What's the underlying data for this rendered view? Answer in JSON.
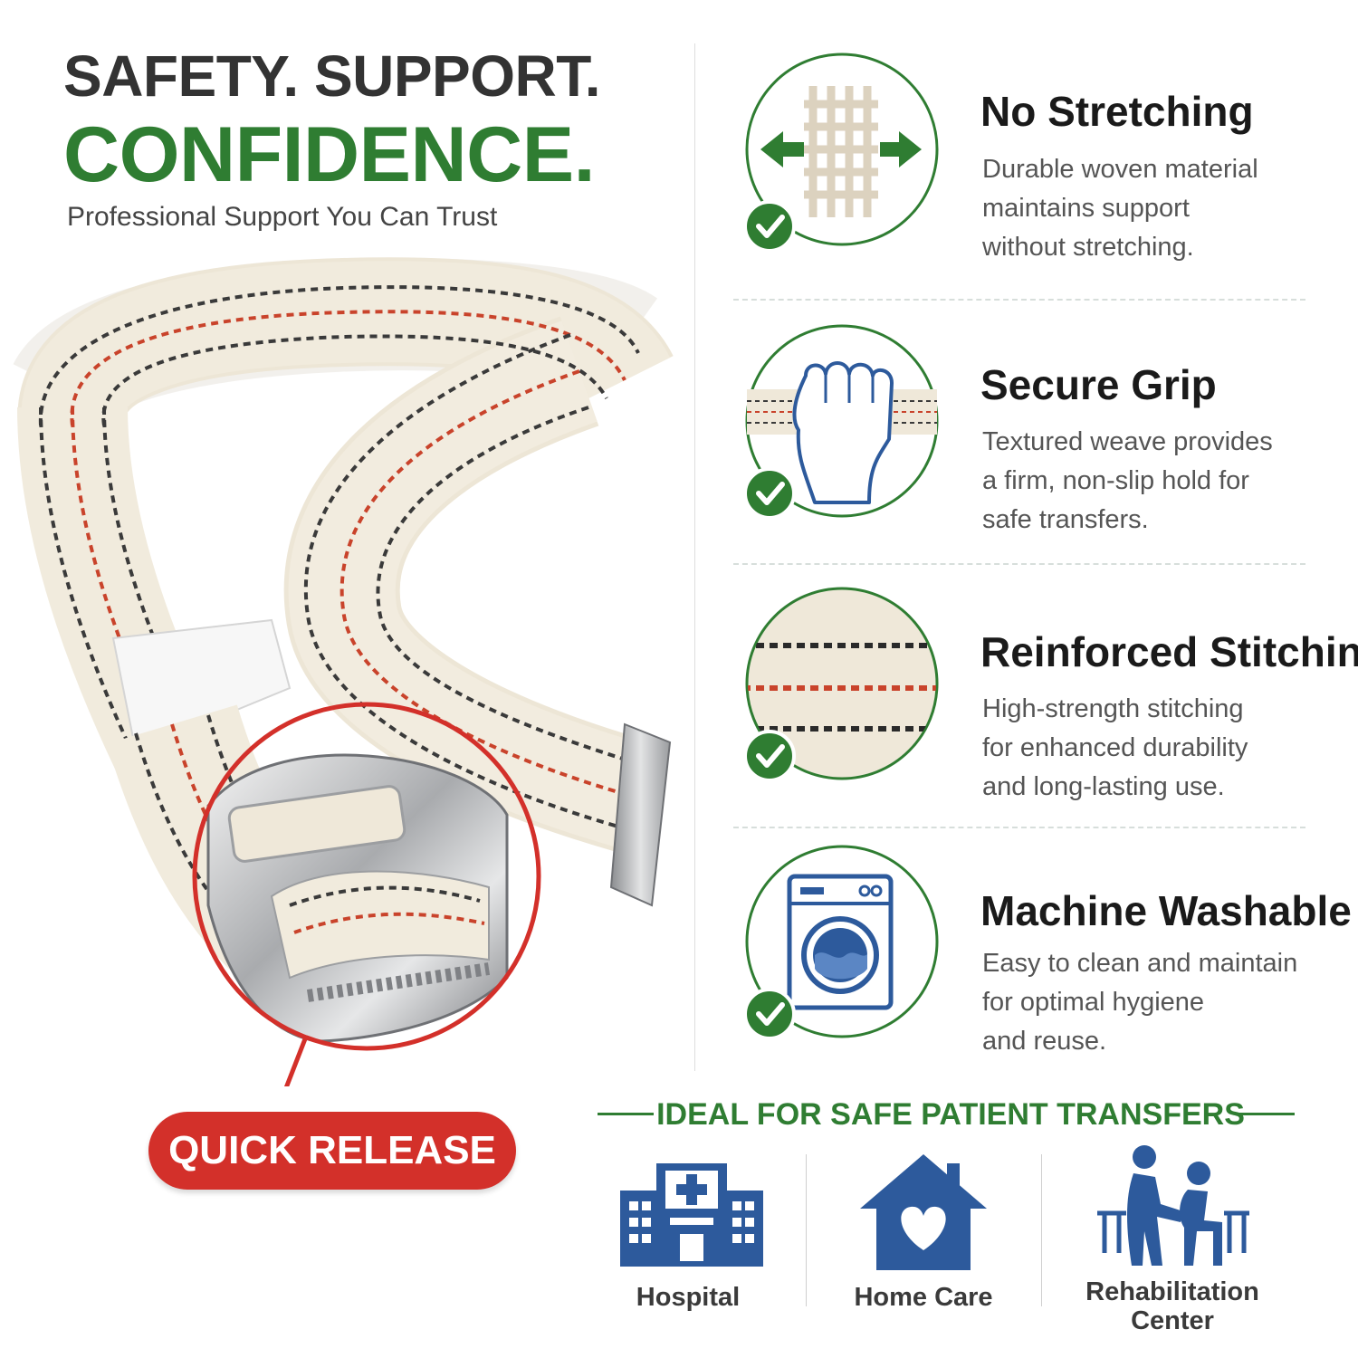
{
  "headline": {
    "line1": "SAFETY. SUPPORT.",
    "line2": "CONFIDENCE.",
    "subtitle": "Professional Support You Can Trust"
  },
  "colors": {
    "brand_green": "#2f7d32",
    "release_red": "#d3302a",
    "icon_blue": "#2d5a9c",
    "text_dark": "#1a1a1a",
    "text_body": "#555555"
  },
  "features": [
    {
      "icon": "woven-fabric-stretch-arrows-icon",
      "title": "No Stretching",
      "lines": [
        "Durable woven material",
        "maintains support",
        "without stretching."
      ]
    },
    {
      "icon": "hand-gripping-belt-icon",
      "title": "Secure Grip",
      "lines": [
        "Textured weave provides",
        "a firm, non-slip hold for",
        "safe transfers."
      ]
    },
    {
      "icon": "stitched-belt-closeup-icon",
      "title": "Reinforced Stitching",
      "lines": [
        "High-strength stitching",
        "for enhanced durability",
        "and long-lasting use."
      ]
    },
    {
      "icon": "washing-machine-icon",
      "title": "Machine Washable",
      "lines": [
        "Easy to clean and maintain",
        "for optimal hygiene",
        "and reuse."
      ]
    }
  ],
  "callout": {
    "label": "QUICK RELEASE"
  },
  "usage": {
    "heading": "IDEAL FOR SAFE PATIENT TRANSFERS",
    "venues": [
      {
        "icon": "hospital-icon",
        "label_line1": "Hospital",
        "label_line2": ""
      },
      {
        "icon": "home-heart-icon",
        "label_line1": "Home Care",
        "label_line2": ""
      },
      {
        "icon": "rehabilitation-assist-icon",
        "label_line1": "Rehabilitation",
        "label_line2": "Center"
      }
    ]
  }
}
